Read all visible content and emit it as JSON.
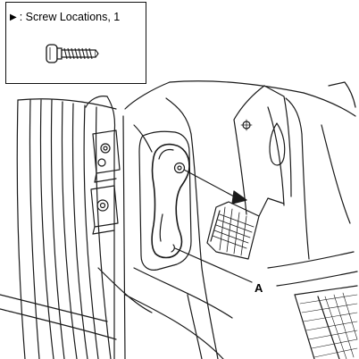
{
  "legend": {
    "marker_icon": "triangle-right",
    "text": ": Screw Locations, 1",
    "screw_icon": "screw-icon"
  },
  "callouts": {
    "a": "A"
  },
  "colors": {
    "line": "#1a1a1a",
    "background": "#ffffff"
  }
}
